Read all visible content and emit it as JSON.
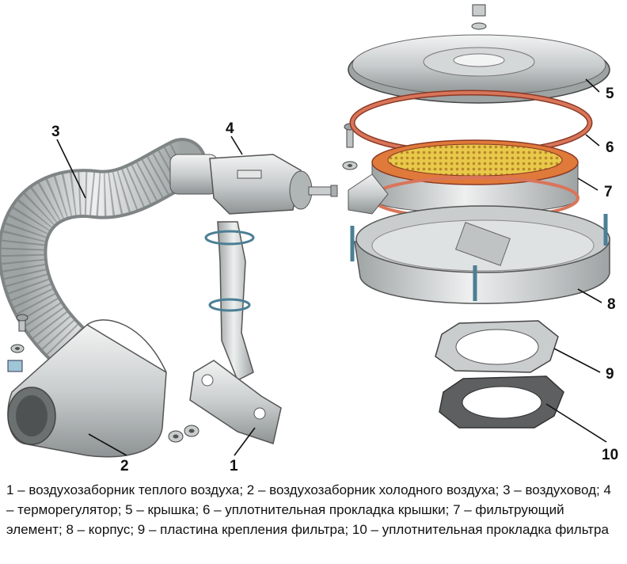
{
  "callouts": {
    "c1": "1",
    "c2": "2",
    "c3": "3",
    "c4": "4",
    "c5": "5",
    "c6": "6",
    "c7": "7",
    "c8": "8",
    "c9": "9",
    "c10": "10"
  },
  "caption": "1 – воздухозаборник теплого воздуха; 2 – воздухозаборник холодного воздуха; 3 – воздуховод; 4 – терморегулятор; 5 – крышка; 6 – уплотнительная прокладка крышки; 7 – фильтрующий элемент; 8 – корпус; 9 – пластина крепления фильтра; 10 – уплотнительная прокладка фильтра",
  "colors": {
    "metal_light": "#e4e6e6",
    "metal_mid": "#bfc3c4",
    "metal_dark": "#8e9394",
    "gasket_red": "#d9755a",
    "filter_yellow": "#e8c94a",
    "filter_orange": "#e07a3a",
    "clip_blue": "#9fc6d6"
  }
}
